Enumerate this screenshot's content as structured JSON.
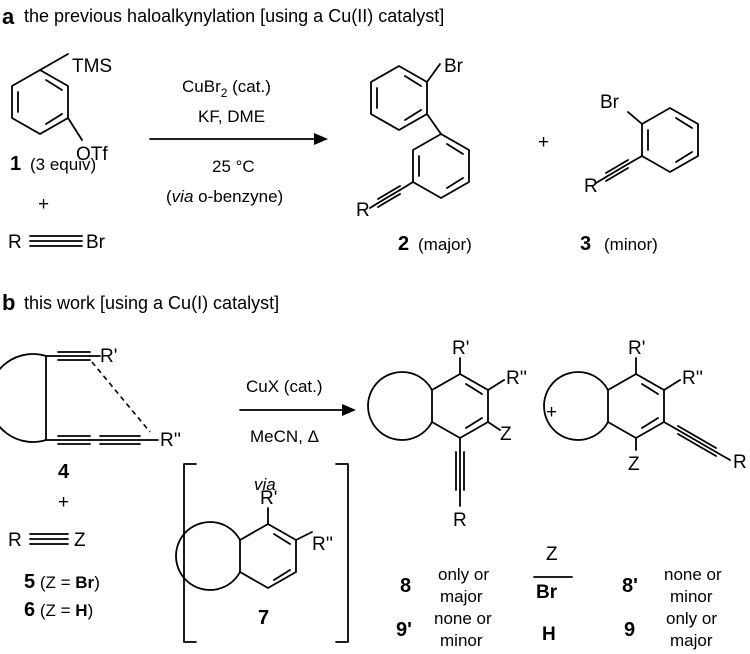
{
  "panel_a": {
    "letter": "a",
    "caption": "the previous haloalkynylation [using a Cu(II) catalyst]",
    "aryne_precursor": {
      "sub_tms": "TMS",
      "sub_otf": "OTf",
      "number": "1",
      "note": "(3 equiv)"
    },
    "plus": "+",
    "alkyne": {
      "r": "R",
      "br": "Br"
    },
    "conditions": {
      "cat_prefix": "CuBr",
      "cat_sub": "2",
      "cat_suffix": " (cat.)",
      "reagents": "KF, DME",
      "temp": "25 °C",
      "via_open": "(",
      "via_word": "via",
      "via_rest": " o-benzyne)"
    },
    "product_major": {
      "br": "Br",
      "r": "R",
      "number": "2",
      "label": "(major)"
    },
    "product_minor": {
      "br": "Br",
      "r": "R",
      "number": "3",
      "label": "(minor)"
    }
  },
  "panel_b": {
    "letter": "b",
    "caption": "this work [using a Cu(I) catalyst]",
    "triyne": {
      "r1": "R'",
      "r2": "R''",
      "number": "4"
    },
    "plus": "+",
    "alkyne": {
      "r": "R",
      "z": "Z"
    },
    "reagent_5": {
      "number": "5",
      "open": " (Z = ",
      "bold": "Br",
      "close": ")"
    },
    "reagent_6": {
      "number": "6",
      "open": " (Z = ",
      "bold": "H",
      "close": ")"
    },
    "conditions": {
      "catalyst": "CuX (cat.)",
      "solvent": "MeCN, Δ"
    },
    "intermediate": {
      "via": "via",
      "r1": "R'",
      "r2": "R''",
      "number": "7"
    },
    "product_a": {
      "r1": "R'",
      "r2": "R''",
      "z": "Z",
      "r": "R"
    },
    "plus2": "+",
    "product_b": {
      "r1": "R'",
      "r2": "R''",
      "z": "Z",
      "r": "R"
    },
    "table": {
      "header_z": "Z",
      "row1": {
        "left_num": "8",
        "left_text1": "only or",
        "left_text2": "major",
        "z": "Br",
        "right_num": "8'",
        "right_text1": "none or",
        "right_text2": "minor"
      },
      "row2": {
        "left_num": "9'",
        "left_text1": "none or",
        "left_text2": "minor",
        "z": "H",
        "right_num": "9",
        "right_text1": "only or",
        "right_text2": "major"
      }
    }
  }
}
